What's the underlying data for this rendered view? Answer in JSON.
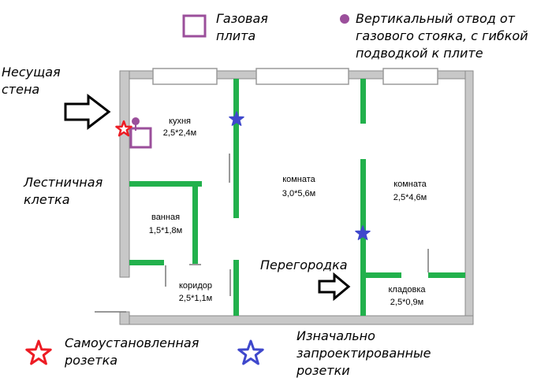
{
  "legend": {
    "gas_stove": {
      "line1": "Газовая",
      "line2": "плита"
    },
    "gas_outlet": {
      "line1": "Вертикальный отвод от",
      "line2": "газового стояка, с гибкой",
      "line3": "подводкой к плите"
    },
    "self_installed_socket": {
      "line1": "Самоустановленная",
      "line2": "розетка"
    },
    "designed_sockets": {
      "line1": "Изначально",
      "line2": "запроектированные",
      "line3": "розетки"
    }
  },
  "annotations": {
    "load_bearing_wall": {
      "line1": "Несущая",
      "line2": "стена"
    },
    "stairwell": {
      "line1": "Лестничная",
      "line2": "клетка"
    },
    "partition": "Перегородка"
  },
  "rooms": {
    "kitchen": {
      "name": "кухня",
      "size": "2,5*2,4м"
    },
    "bathroom": {
      "name": "ванная",
      "size": "1,5*1,8м"
    },
    "corridor": {
      "name": "коридор",
      "size": "2,5*1,1м"
    },
    "room_center": {
      "name": "комната",
      "size": "3,0*5,6м"
    },
    "room_right": {
      "name": "комната",
      "size": "2,5*4,6м"
    },
    "storage": {
      "name": "кладовка",
      "size": "2,5*0,9м"
    }
  },
  "colors": {
    "outer_wall": "#c8c8c8",
    "partition": "#22b14c",
    "gas": "#9b4f9b",
    "red_star": "#ed1c24",
    "blue_star": "#3f48cc"
  }
}
